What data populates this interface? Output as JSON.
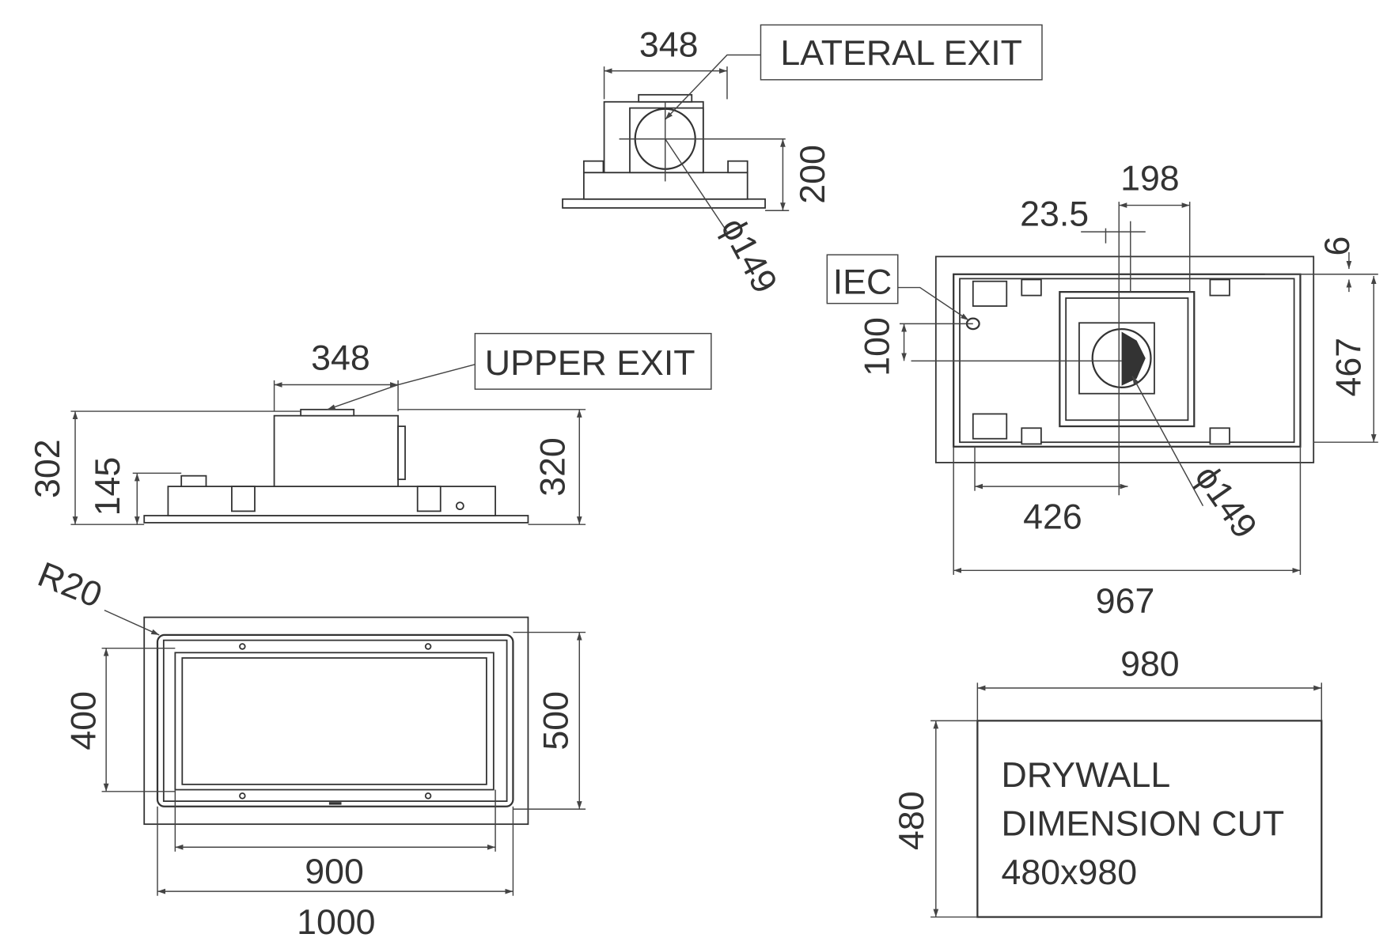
{
  "lateral_view": {
    "label": "LATERAL EXIT",
    "width_dim": "348",
    "height_dim": "200",
    "duct_dim": "ϕ149"
  },
  "upper_view": {
    "label": "UPPER EXIT",
    "width_dim": "348",
    "total_height_dim": "302",
    "base_height_dim": "145",
    "right_height_dim": "320"
  },
  "front_view": {
    "radius_dim": "R20",
    "inner_height_dim": "400",
    "outer_height_dim": "500",
    "inner_width_dim": "900",
    "outer_width_dim": "1000"
  },
  "plan_view": {
    "iec_label": "IEC",
    "offset_dim": "198",
    "small_offset_dim": "23.5",
    "edge_dim": "6",
    "depth_dim": "467",
    "iec_height_dim": "100",
    "duct_x_dim": "426",
    "width_dim": "967",
    "duct_dim": "ϕ149"
  },
  "drywall": {
    "width_dim": "980",
    "height_dim": "480",
    "line1": "DRYWALL",
    "line2": "DIMENSION CUT",
    "line3": "480x980"
  }
}
